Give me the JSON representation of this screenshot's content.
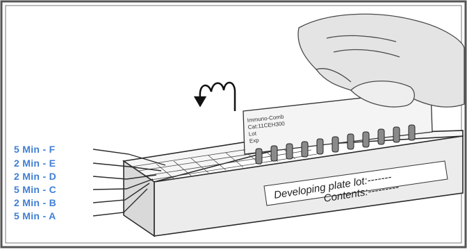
{
  "step_labels": [
    "5 Min - F",
    "2 Min - E",
    "2 Min - D",
    "5 Min - C",
    "2 Min - B",
    "5 Min - A"
  ],
  "box_side_text": {
    "line1": "Developing plate lot:-------",
    "line2": "Contents:---------"
  },
  "card_text": {
    "line1": "Immuno-Comb",
    "line2": "Cat:11CEH300",
    "line3": "Lot",
    "line4": "Exp"
  },
  "colors": {
    "label_blue": "#3f7fd6",
    "line_ink": "#2a2a2a",
    "frame": "#555555"
  }
}
